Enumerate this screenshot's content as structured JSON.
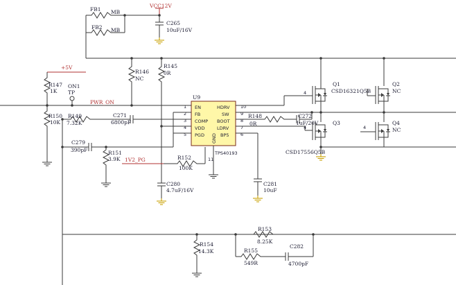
{
  "nets": {
    "vcc12": "VCC12V",
    "p5v": "+5V",
    "pwr_on": "PWR_ON",
    "pg_1v2": "1V2_PG"
  },
  "ic": {
    "ref": "U9",
    "part": "TPS40193",
    "pins_left": [
      "EN",
      "FB",
      "COMP",
      "VDD",
      "PGD"
    ],
    "pins_right": [
      "HDRV",
      "SW",
      "BOOT",
      "LDRV",
      "BP5"
    ],
    "pins_left_num": [
      "1",
      "2",
      "3",
      "4",
      "5"
    ],
    "pins_right_num": [
      "10",
      "9",
      "8",
      "7",
      "6"
    ],
    "gnd_label": "GND",
    "gnd_pin": "11"
  },
  "parts": {
    "FB1": {
      "ref": "FB1",
      "value": "MB"
    },
    "FB2": {
      "ref": "FB2",
      "value": "MB"
    },
    "C265": {
      "ref": "C265",
      "value": "10uF/16V"
    },
    "R146": {
      "ref": "R146",
      "value": "NC"
    },
    "R145": {
      "ref": "R145",
      "value": "0R"
    },
    "R147": {
      "ref": "R147",
      "value": "1K"
    },
    "ON1": {
      "ref": "ON1",
      "value": "TP"
    },
    "R150": {
      "ref": "R150",
      "value": "10K"
    },
    "R149": {
      "ref": "R149",
      "value": "7.32K"
    },
    "C271": {
      "ref": "C271",
      "value": "6800pF"
    },
    "C279": {
      "ref": "C279",
      "value": "390pF"
    },
    "R151": {
      "ref": "R151",
      "value": "3.9K"
    },
    "R152": {
      "ref": "R152",
      "value": "100K"
    },
    "C280": {
      "ref": "C280",
      "value": "4.7uF/16V"
    },
    "C281": {
      "ref": "C281",
      "value": "10uF"
    },
    "R148": {
      "ref": "R148",
      "value": "0R"
    },
    "C272": {
      "ref": "C272",
      "value": "1uF/20V"
    },
    "Q1": {
      "ref": "Q1",
      "value": "CSD16321Q5B"
    },
    "Q2": {
      "ref": "Q2",
      "value": "NC"
    },
    "Q3": {
      "ref": "Q3",
      "value": "CSD17556Q5B"
    },
    "Q4": {
      "ref": "Q4",
      "value": "NC"
    },
    "R153": {
      "ref": "R153",
      "value": "8.25K"
    },
    "R154": {
      "ref": "R154",
      "value": "14.3K"
    },
    "R155": {
      "ref": "R155",
      "value": "549R"
    },
    "C282": {
      "ref": "C282",
      "value": "4700pF"
    }
  },
  "mosfet_gate_pin": "4"
}
